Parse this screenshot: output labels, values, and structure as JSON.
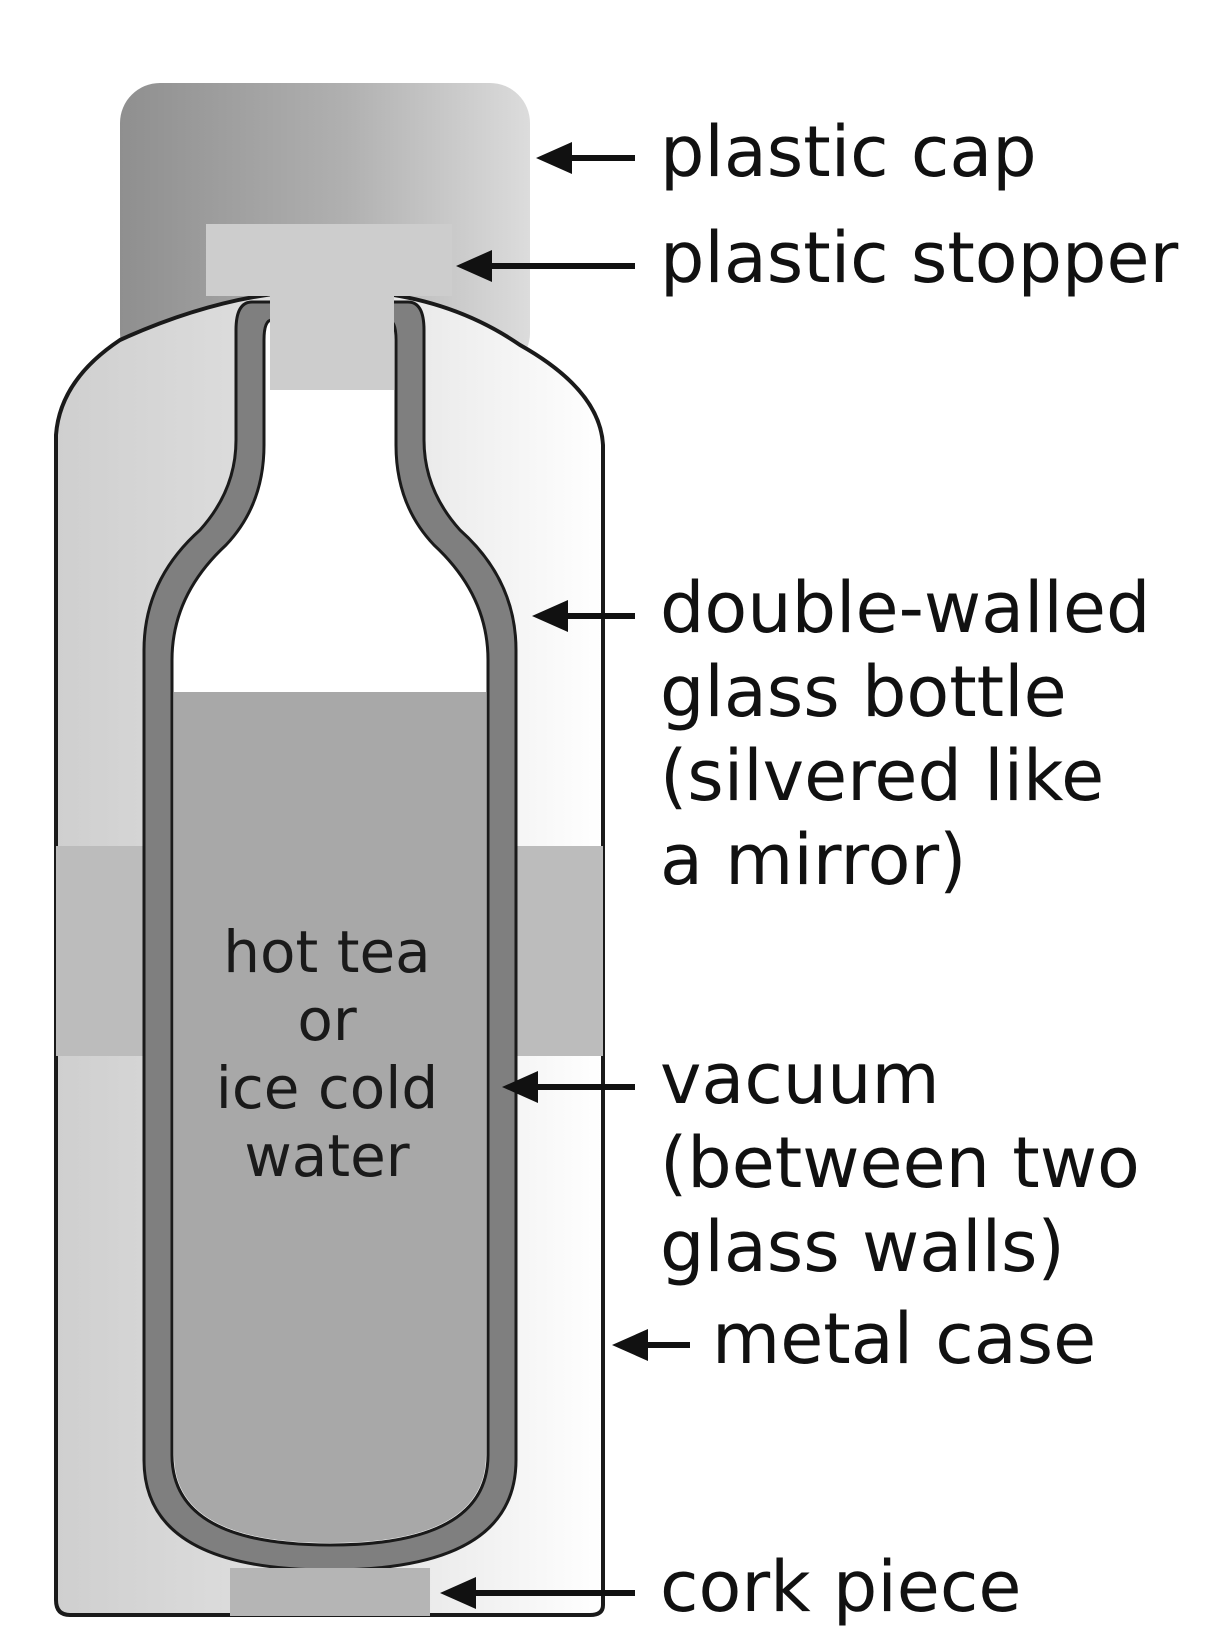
{
  "labels": {
    "plastic_cap": "plastic cap",
    "plastic_stopper": "plastic stopper",
    "double_walled_bottle": "double-walled\nglass bottle\n(silvered like\na mirror)",
    "vacuum": "vacuum\n(between two\nglass walls)",
    "metal_case": "metal case",
    "cork_piece": "cork piece"
  },
  "contents_text": "hot tea\nor\nice cold\nwater",
  "colors": {
    "cap": "#9a9a9a",
    "cap_highlight": "#d2d2d2",
    "stopper": "#cdcdcd",
    "metal_case": "#d9d9d9",
    "band": "#bcbcbc",
    "liquid": "#a8a8a8",
    "glass_wall": "#7f7f7f",
    "cork": "#b5b5b5",
    "outline": "#1a1a1a"
  }
}
